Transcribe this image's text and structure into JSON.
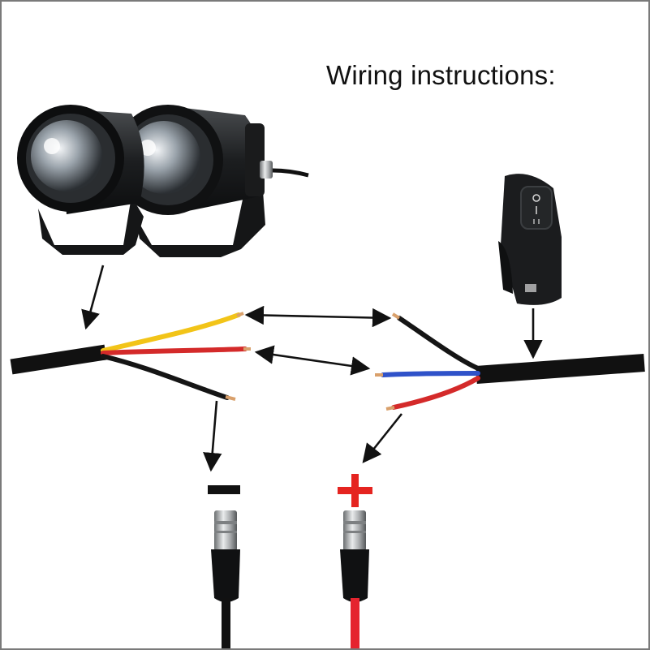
{
  "title": "Wiring instructions:",
  "symbols": {
    "negative": "minus-sign",
    "positive": "plus-sign"
  },
  "colors": {
    "background": "#ffffff",
    "frame": "#7a7a7a",
    "cable_jacket": "#111111",
    "wire_yellow": "#f2c418",
    "wire_red": "#d42a2a",
    "wire_black": "#151515",
    "wire_blue": "#2f52c9",
    "positive_sign": "#e52420",
    "negative_sign": "#111111",
    "arrow": "#111111"
  },
  "icons": [
    "spotlight-pair-icon",
    "handlebar-switch-icon",
    "connector-plug-icon"
  ]
}
